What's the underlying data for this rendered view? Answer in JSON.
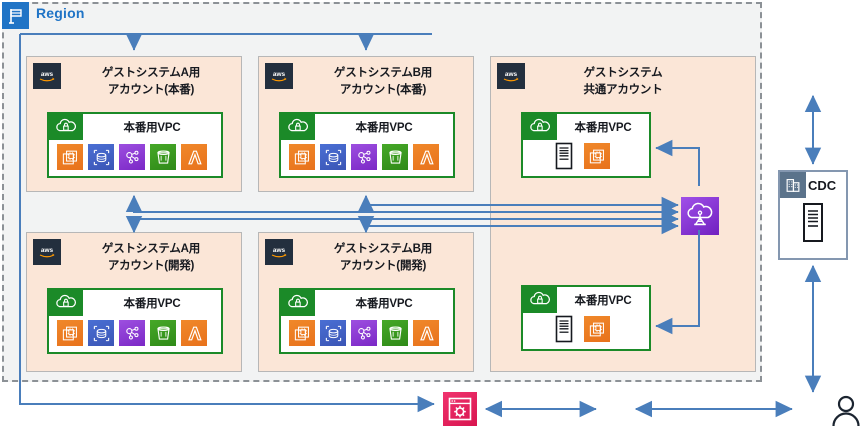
{
  "diagram": {
    "title_region": "Region",
    "region_icon": "region-flag-icon",
    "background": "#f2f3f3",
    "accent_blue": "#2074c6",
    "account_fill": "#fbe6d7",
    "vpc_green": "#1b8a28",
    "tgw_purple": "#7b28c6",
    "console_pink": "#e1205a",
    "arrow_color": "#4a7ebb"
  },
  "accounts": [
    {
      "id": "guest-a-prod",
      "name": "ゲストシステムA用\nアカウント(本番)",
      "line1": "ゲストシステムA用",
      "line2": "アカウント(本番)",
      "badge": "aws-logo-icon",
      "vpc": {
        "label": "本番用VPC",
        "icon": "vpc-cloud-icon",
        "services": [
          "ec2-icon",
          "database-icon",
          "sns-icon",
          "s3-bucket-icon",
          "lambda-icon"
        ]
      }
    },
    {
      "id": "guest-b-prod",
      "name": "ゲストシステムB用\nアカウント(本番)",
      "line1": "ゲストシステムB用",
      "line2": "アカウント(本番)",
      "badge": "aws-logo-icon",
      "vpc": {
        "label": "本番用VPC",
        "icon": "vpc-cloud-icon",
        "services": [
          "ec2-icon",
          "database-icon",
          "sns-icon",
          "s3-bucket-icon",
          "lambda-icon"
        ]
      }
    },
    {
      "id": "guest-common",
      "name": "ゲストシステム\n共通アカウント",
      "line1": "ゲストシステム",
      "line2": "共通アカウント",
      "badge": "aws-logo-icon",
      "vpc_top": {
        "label": "本番用VPC",
        "icon": "vpc-cloud-icon",
        "services": [
          "server-icon",
          "ec2-icon"
        ]
      },
      "vpc_bottom": {
        "label": "本番用VPC",
        "icon": "vpc-cloud-icon",
        "services": [
          "server-icon",
          "ec2-icon"
        ]
      }
    },
    {
      "id": "guest-a-dev",
      "name": "ゲストシステムA用\nアカウント(開発)",
      "line1": "ゲストシステムA用",
      "line2": "アカウント(開発)",
      "badge": "aws-logo-icon",
      "vpc": {
        "label": "本番用VPC",
        "icon": "vpc-cloud-icon",
        "services": [
          "ec2-icon",
          "database-icon",
          "sns-icon",
          "s3-bucket-icon",
          "lambda-icon"
        ]
      }
    },
    {
      "id": "guest-b-dev",
      "name": "ゲストシステムB用\nアカウント(開発)",
      "line1": "ゲストシステムB用",
      "line2": "アカウント(開発)",
      "badge": "aws-logo-icon",
      "vpc": {
        "label": "本番用VPC",
        "icon": "vpc-cloud-icon",
        "services": [
          "ec2-icon",
          "database-icon",
          "sns-icon",
          "s3-bucket-icon",
          "lambda-icon"
        ]
      }
    }
  ],
  "transit_gateway": {
    "id": "transit-gateway",
    "icon": "transit-gateway-icon",
    "label": ""
  },
  "cdc": {
    "title": "CDC",
    "icon": "corporate-data-center-icon",
    "body_icon": "server-icon"
  },
  "console": {
    "id": "management-console",
    "icon": "management-console-icon",
    "label": ""
  },
  "user": {
    "id": "end-user",
    "icon": "user-icon",
    "label": ""
  }
}
